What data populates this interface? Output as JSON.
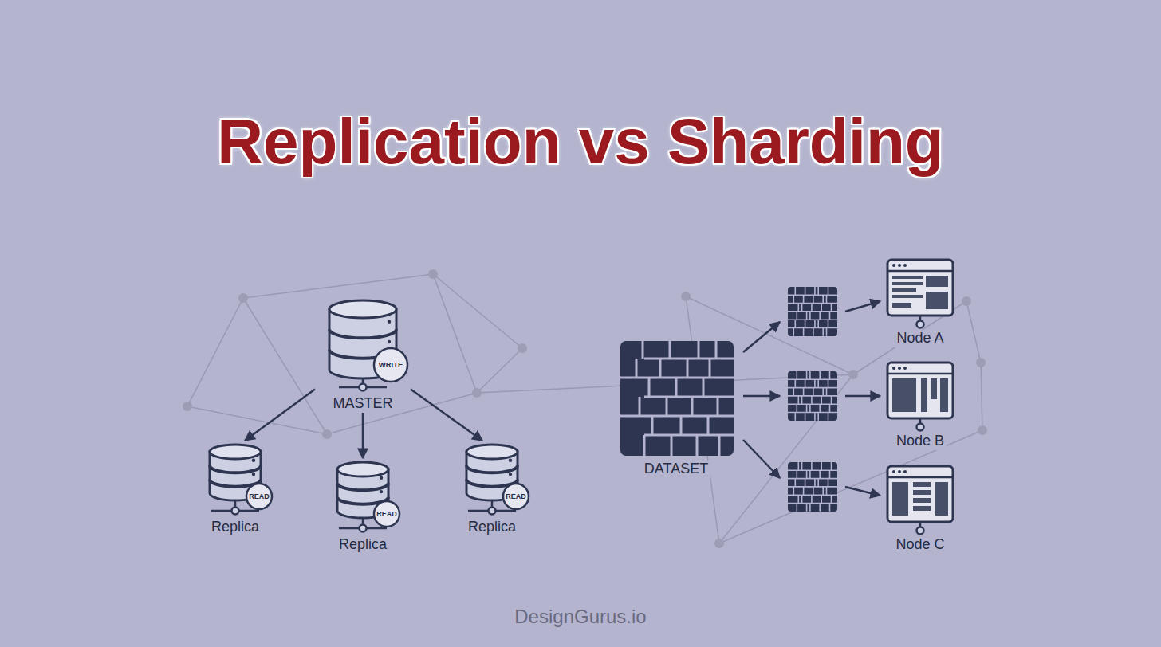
{
  "diagram": {
    "title": "Replication vs Sharding",
    "nodes": [
      {
        "text": [
          "WRITE",
          "MASTER"
        ]
      },
      {
        "text": [
          "READ",
          "Replica"
        ]
      },
      {
        "text": [
          "READ",
          "Replica"
        ]
      },
      {
        "text": [
          "READ",
          "Replica"
        ]
      },
      {
        "text": [
          "DATASET"
        ]
      },
      {
        "text": [
          "Node A"
        ]
      },
      {
        "text": [
          "Node B"
        ]
      },
      {
        "text": [
          "Node C"
        ]
      }
    ],
    "edges": [
      {
        "from": 0,
        "to": 1,
        "arrow": "to"
      },
      {
        "from": 0,
        "to": 2,
        "arrow": "to"
      },
      {
        "from": 0,
        "to": 3,
        "arrow": "to"
      }
    ],
    "labels": [
      "DesignGurus.io"
    ]
  }
}
